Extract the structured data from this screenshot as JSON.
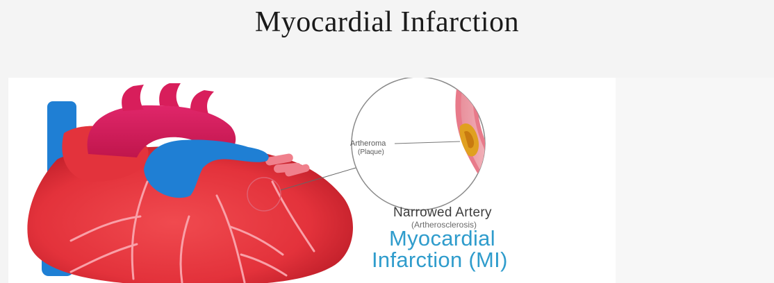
{
  "slide": {
    "title": "Myocardial Infarction"
  },
  "figure": {
    "callout_label": "Artheroma",
    "callout_sublabel": "(Plaque)",
    "artery_label": "Narrowed Artery",
    "artery_sublabel": "(Artherosclerosis)",
    "heading_line1": "Myocardial",
    "heading_line2": "Infarction (MI)",
    "heading_color": "#2f9ccc",
    "heart_color": "#e8363f",
    "aorta_color": "#d81e5b",
    "vein_color": "#1f7fd4",
    "plaque_color": "#e0a020"
  }
}
